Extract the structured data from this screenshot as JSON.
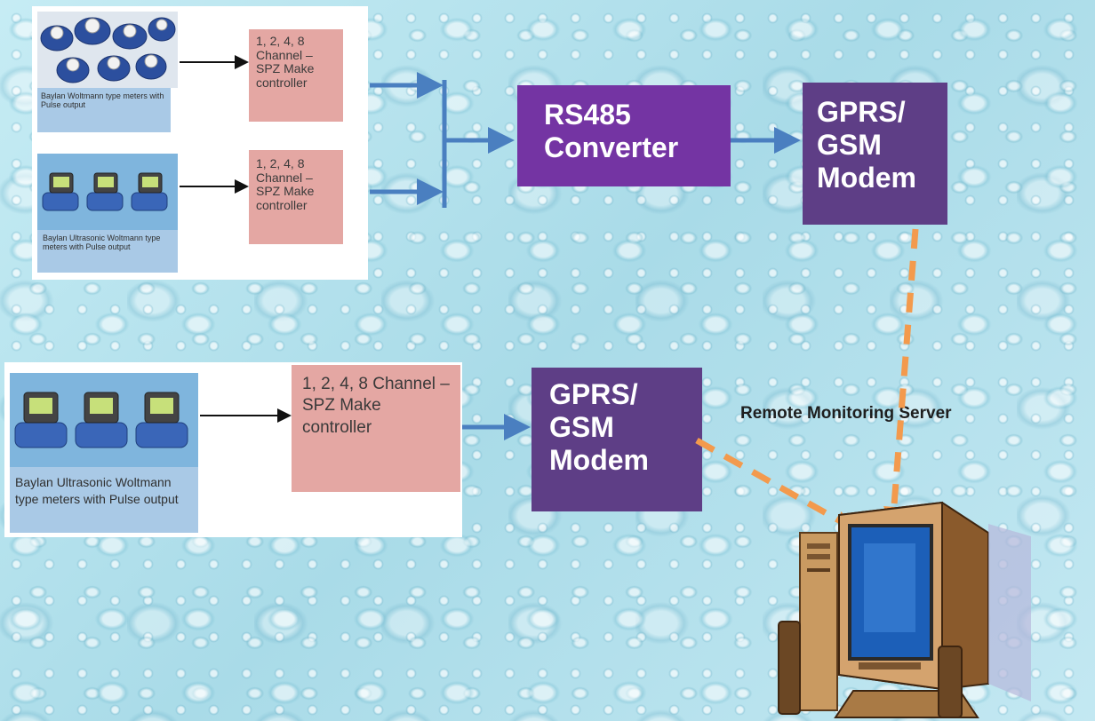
{
  "colors": {
    "converter_bg": "#7434a3",
    "modem_bg": "#5e3e86",
    "controller_bg": "#e4a7a3",
    "meter_label_bg": "#a9c9e6",
    "arrow_blue": "#4a7fc0",
    "link_orange": "#f39a4d"
  },
  "group1": {
    "meter_a_label": "Baylan Woltmann type meters with Pulse output",
    "meter_b_label": "Baylan Ultrasonic Woltmann type meters with Pulse output",
    "controller_a": "1, 2, 4, 8 Channel – SPZ Make controller",
    "controller_b": "1, 2, 4, 8 Channel – SPZ Make controller",
    "converter": "RS485 Converter",
    "modem": "GPRS/ GSM Modem"
  },
  "group2": {
    "meter_label": "Baylan Ultrasonic Woltmann type meters with Pulse output",
    "controller": "1, 2, 4, 8 Channel – SPZ Make controller",
    "modem": "GPRS/ GSM Modem"
  },
  "server": {
    "label": "Remote Monitoring Server",
    "icon": "computer-icon"
  }
}
